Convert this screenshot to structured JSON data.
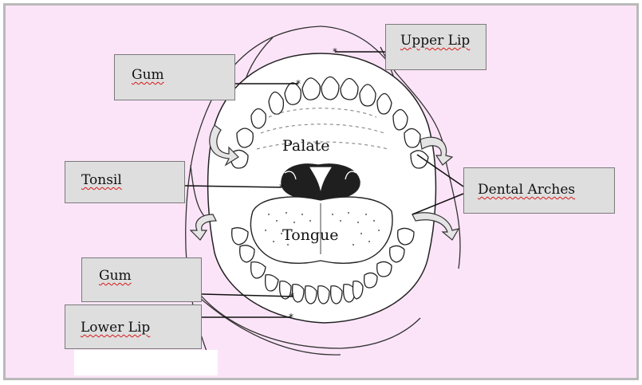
{
  "labels": {
    "upper_lip": "Upper Lip",
    "gum_upper": "Gum",
    "tonsil": "Tonsil",
    "dental_arches": "Dental Arches",
    "gum_lower": "Gum",
    "lower_lip": "Lower Lip"
  },
  "inner_text": {
    "palate": "Palate",
    "tongue": "Tongue"
  },
  "colors": {
    "background": "#fce4f8",
    "label_box": "#dedede",
    "outline": "#222222"
  }
}
